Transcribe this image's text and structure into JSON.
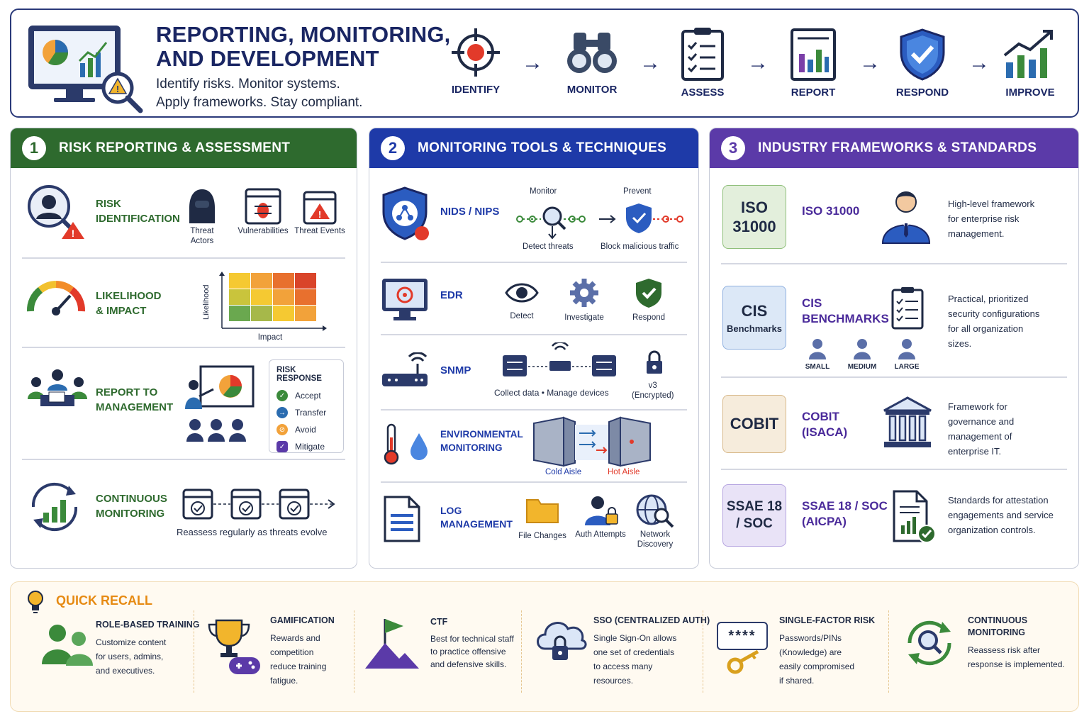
{
  "header": {
    "title": "REPORTING, MONITORING,\nAND DEVELOPMENT",
    "subtitle": "Identify risks. Monitor systems.\nApply frameworks. Stay compliant.",
    "steps": [
      "IDENTIFY",
      "MONITOR",
      "ASSESS",
      "REPORT",
      "RESPOND",
      "IMPROVE"
    ],
    "arrow": "→"
  },
  "panel1": {
    "number": "1",
    "title": "RISK REPORTING & ASSESSMENT",
    "color": "#2e6a2e",
    "risk_identification": {
      "label": "RISK\nIDENTIFICATION",
      "items": [
        "Threat Actors",
        "Vulnerabilities",
        "Threat Events"
      ]
    },
    "likelihood": {
      "label": "LIKELIHOOD\n& IMPACT",
      "y_axis": "Likelihood",
      "x_axis": "Impact"
    },
    "report": {
      "label": "REPORT TO\nMANAGEMENT",
      "response_title": "RISK RESPONSE",
      "responses": [
        "Accept",
        "Transfer",
        "Avoid",
        "Mitigate"
      ]
    },
    "continuous": {
      "label": "CONTINUOUS\nMONITORING",
      "caption": "Reassess regularly as threats evolve"
    }
  },
  "panel2": {
    "number": "2",
    "title": "MONITORING TOOLS & TECHNIQUES",
    "color": "#1e3aa8",
    "nids": {
      "label": "NIDS / NIPS",
      "monitor": "Monitor",
      "prevent": "Prevent",
      "detect": "Detect threats",
      "block": "Block malicious traffic"
    },
    "edr": {
      "label": "EDR",
      "items": [
        "Detect",
        "Investigate",
        "Respond"
      ]
    },
    "snmp": {
      "label": "SNMP",
      "caption": "Collect data  •  Manage devices",
      "v3": "v3\n(Encrypted)"
    },
    "env": {
      "label": "ENVIRONMENTAL\nMONITORING",
      "cold": "Cold Aisle",
      "hot": "Hot Aisle"
    },
    "log": {
      "label": "LOG\nMANAGEMENT",
      "items": [
        "File Changes",
        "Auth Attempts",
        "Network\nDiscovery"
      ]
    }
  },
  "panel3": {
    "number": "3",
    "title": "INDUSTRY FRAMEWORKS & STANDARDS",
    "color": "#5b3aa8",
    "iso": {
      "box": "ISO\n31000",
      "name": "ISO 31000",
      "desc": "High-level framework\nfor enterprise risk\nmanagement."
    },
    "cis": {
      "box_main": "CIS",
      "box_sub": "Benchmarks",
      "name": "CIS\nBENCHMARKS",
      "sizes": [
        "SMALL",
        "MEDIUM",
        "LARGE"
      ],
      "desc": "Practical, prioritized\nsecurity configurations\nfor all organization\nsizes."
    },
    "cobit": {
      "box": "COBIT",
      "name": "COBIT\n(ISACA)",
      "desc": "Framework for\ngovernance and\nmanagement of\nenterprise IT."
    },
    "ssae": {
      "box": "SSAE 18\n/ SOC",
      "name": "SSAE 18 / SOC\n(AICPA)",
      "desc": "Standards for attestation\nengagements and service\norganization controls."
    }
  },
  "quick_recall": {
    "title": "QUICK RECALL",
    "items": [
      {
        "head": "ROLE-BASED TRAINING",
        "body": "Customize content\nfor users, admins,\nand executives."
      },
      {
        "head": "GAMIFICATION",
        "body": "Rewards and\ncompetition\nreduce training\nfatigue."
      },
      {
        "head": "CTF",
        "body": "Best for technical staff\nto practice offensive\nand defensive skills."
      },
      {
        "head": "SSO (CENTRALIZED AUTH)",
        "body": "Single Sign-On allows\none set of credentials\nto access many\nresources."
      },
      {
        "head": "SINGLE-FACTOR RISK",
        "body": "Passwords/PINs\n(Knowledge) are\neasily compromised\nif shared."
      },
      {
        "head": "CONTINUOUS\nMONITORING",
        "body": "Reassess risk after\nresponse is implemented."
      }
    ],
    "password_mask": "****"
  }
}
